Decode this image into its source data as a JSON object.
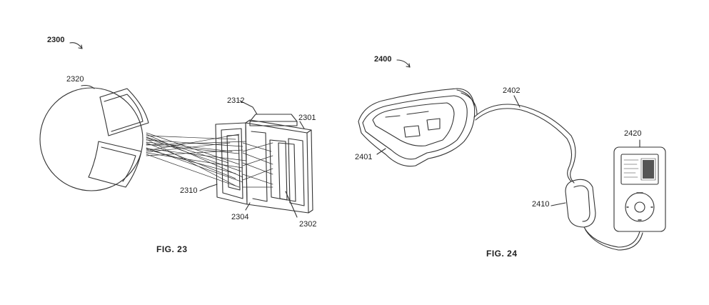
{
  "figures": [
    {
      "figure_label": "FIG. 23",
      "reference": "2300",
      "parts": [
        "2320",
        "2312",
        "2301",
        "2310",
        "2304",
        "2302"
      ]
    },
    {
      "figure_label": "FIG. 24",
      "reference": "2400",
      "parts": [
        "2402",
        "2401",
        "2420",
        "2410"
      ]
    }
  ]
}
